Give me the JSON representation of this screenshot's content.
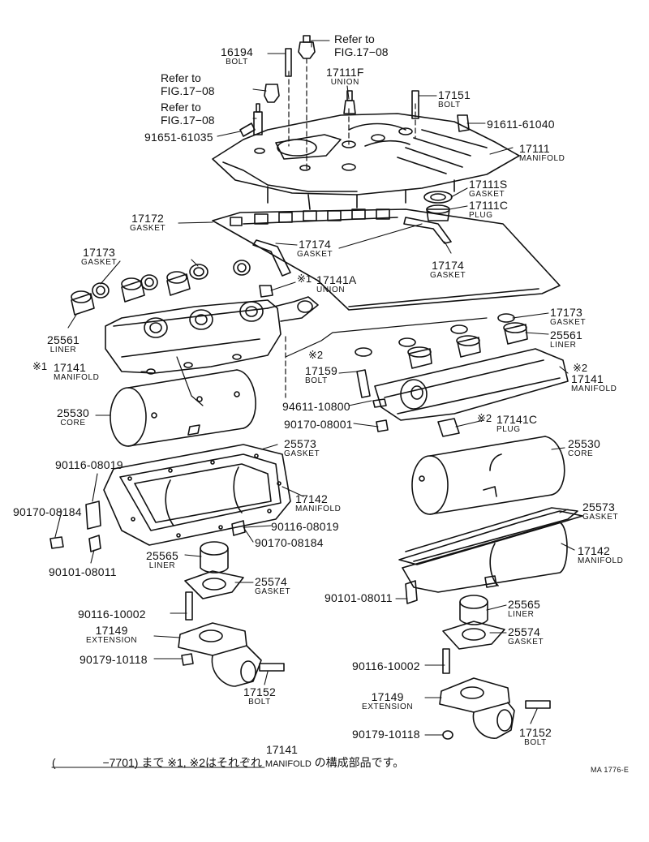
{
  "labels": {
    "bolt_16194": {
      "part": "16194",
      "name": "BOLT"
    },
    "union_17111f": {
      "part": "17111F",
      "name": "UNION"
    },
    "bolt_17151": {
      "part": "17151",
      "name": "BOLT"
    },
    "p_91611_61040": {
      "part": "91611-61040"
    },
    "manifold_17111": {
      "part": "17111",
      "name": "MANIFOLD"
    },
    "p_91651_61035": {
      "part": "91651-61035"
    },
    "gasket_17111s": {
      "part": "17111S",
      "name": "GASKET"
    },
    "plug_17111c": {
      "part": "17111C",
      "name": "PLUG"
    },
    "gasket_17172": {
      "part": "17172",
      "name": "GASKET"
    },
    "gasket_17173_l": {
      "part": "17173",
      "name": "GASKET"
    },
    "gasket_17174_l": {
      "part": "17174",
      "name": "GASKET"
    },
    "gasket_17174_r": {
      "part": "17174",
      "name": "GASKET"
    },
    "union_17141a": {
      "part": "17141A",
      "name": "UNION"
    },
    "liner_25561_l": {
      "part": "25561",
      "name": "LINER"
    },
    "gasket_17173_r": {
      "part": "17173",
      "name": "GASKET"
    },
    "liner_25561_r": {
      "part": "25561",
      "name": "LINER"
    },
    "manifold_17141_l": {
      "part": "17141",
      "name": "MANIFOLD"
    },
    "bolt_17159": {
      "part": "17159",
      "name": "BOLT"
    },
    "manifold_17141_r": {
      "part": "17141",
      "name": "MANIFOLD"
    },
    "core_25530_l": {
      "part": "25530",
      "name": "CORE"
    },
    "p_94611_10800": {
      "part": "94611-10800"
    },
    "p_90170_08001": {
      "part": "90170-08001"
    },
    "plug_17141c": {
      "part": "17141C",
      "name": "PLUG"
    },
    "gasket_25573_l": {
      "part": "25573",
      "name": "GASKET"
    },
    "core_25530_r": {
      "part": "25530",
      "name": "CORE"
    },
    "p_90116_08019_a": {
      "part": "90116-08019"
    },
    "manifold_17142_l": {
      "part": "17142",
      "name": "MANIFOLD"
    },
    "p_90170_08184_a": {
      "part": "90170-08184"
    },
    "p_90116_08019_b": {
      "part": "90116-08019"
    },
    "p_90170_08184_b": {
      "part": "90170-08184"
    },
    "gasket_25573_r": {
      "part": "25573",
      "name": "GASKET"
    },
    "liner_25565_l": {
      "part": "25565",
      "name": "LINER"
    },
    "p_90101_08011_a": {
      "part": "90101-08011"
    },
    "gasket_25574_l": {
      "part": "25574",
      "name": "GASKET"
    },
    "manifold_17142_r": {
      "part": "17142",
      "name": "MANIFOLD"
    },
    "p_90116_10002_a": {
      "part": "90116-10002"
    },
    "ext_17149_l": {
      "part": "17149",
      "name": "EXTENSION"
    },
    "p_90179_10118_a": {
      "part": "90179-10118"
    },
    "bolt_17152_l": {
      "part": "17152",
      "name": "BOLT"
    },
    "p_90101_08011_b": {
      "part": "90101-08011"
    },
    "liner_25565_r": {
      "part": "25565",
      "name": "LINER"
    },
    "gasket_25574_r": {
      "part": "25574",
      "name": "GASKET"
    },
    "p_90116_10002_b": {
      "part": "90116-10002"
    },
    "ext_17149_r": {
      "part": "17149",
      "name": "EXTENSION"
    },
    "bolt_17152_r": {
      "part": "17152",
      "name": "BOLT"
    },
    "p_90179_10118_b": {
      "part": "90179-10118"
    }
  },
  "references": {
    "ref_top": [
      "Refer to",
      "FIG.17−08"
    ],
    "ref_mid": [
      "Refer to",
      "FIG.17−08"
    ],
    "ref_low": [
      "Refer to",
      "FIG.17−08"
    ]
  },
  "marks": {
    "m1_union": "※1",
    "m1_manifold": "※1",
    "m2_bolt": "※2",
    "m2_manifold": "※2",
    "m2_plug": "※2"
  },
  "footnote": {
    "open": "(",
    "range": "−7701)",
    "text1": "まで  ※1, ※2はそれぞれ",
    "part_number": "17141",
    "part_name": "MANIFOLD",
    "text2": "の構成部品です。"
  },
  "doc_id": "MA 1776-E"
}
